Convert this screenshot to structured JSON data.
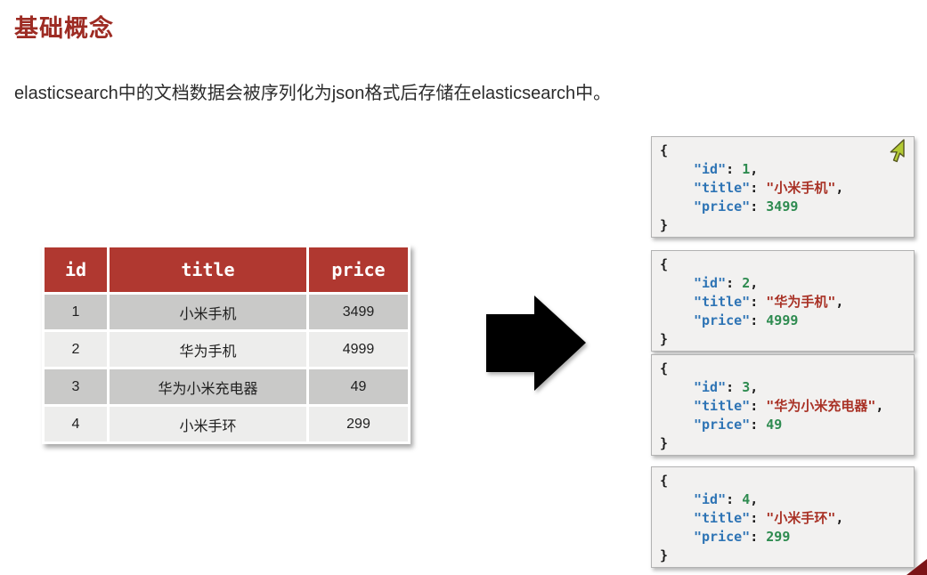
{
  "page": {
    "title": "基础概念",
    "description": "elasticsearch中的文档数据会被序列化为json格式后存储在elasticsearch中。"
  },
  "colors": {
    "heading_red": "#9d2b23",
    "table_header_bg": "#b03830",
    "table_row_dark": "#c9c9c8",
    "table_row_light": "#ededec",
    "json_key_blue": "#2e74b5",
    "json_number_green": "#2e8b50",
    "json_string_red": "#a93226",
    "arrow_black": "#000000",
    "cursor_green": "#b4cb33",
    "corner_accent_red": "#7c1518"
  },
  "table": {
    "columns": [
      "id",
      "title",
      "price"
    ],
    "rows": [
      [
        "1",
        "小米手机",
        "3499"
      ],
      [
        "2",
        "华为手机",
        "4999"
      ],
      [
        "3",
        "华为小米充电器",
        "49"
      ],
      [
        "4",
        "小米手环",
        "299"
      ]
    ]
  },
  "documents": [
    {
      "id": "1",
      "title": "小米手机",
      "price": "3499"
    },
    {
      "id": "2",
      "title": "华为手机",
      "price": "4999"
    },
    {
      "id": "3",
      "title": "华为小米充电器",
      "price": "49"
    },
    {
      "id": "4",
      "title": "小米手环",
      "price": "299"
    }
  ],
  "tokens": {
    "open_brace": "{",
    "close_brace": "}",
    "id_key": "\"id\"",
    "title_key": "\"title\"",
    "price_key": "\"price\"",
    "colon_space": ": ",
    "comma": ",",
    "quote": "\""
  }
}
